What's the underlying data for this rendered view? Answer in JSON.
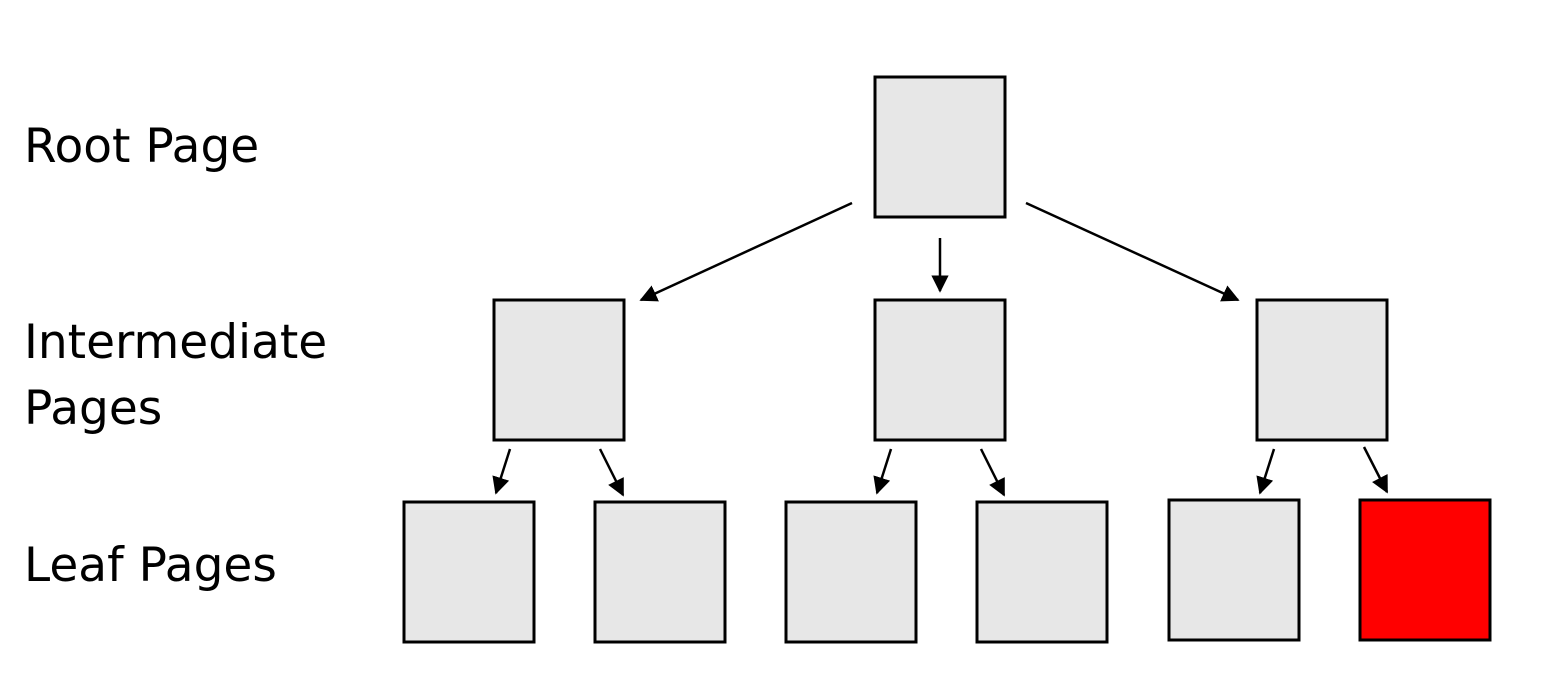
{
  "levels": {
    "root": "Root Page",
    "intermediate": "Intermediate\nPages",
    "leaf": "Leaf Pages"
  },
  "colors": {
    "page_fill": "#e7e7e7",
    "highlight_fill": "#ff0000",
    "stroke": "#000000",
    "background": "#ffffff"
  },
  "tree": {
    "root": {
      "id": "root"
    },
    "intermediate": [
      {
        "id": "intermediate-1",
        "leaves": [
          {
            "id": "leaf-1",
            "highlighted": false
          },
          {
            "id": "leaf-2",
            "highlighted": false
          }
        ]
      },
      {
        "id": "intermediate-2",
        "leaves": [
          {
            "id": "leaf-3",
            "highlighted": false
          },
          {
            "id": "leaf-4",
            "highlighted": false
          }
        ]
      },
      {
        "id": "intermediate-3",
        "leaves": [
          {
            "id": "leaf-5",
            "highlighted": false
          },
          {
            "id": "leaf-6",
            "highlighted": true
          }
        ]
      }
    ]
  }
}
